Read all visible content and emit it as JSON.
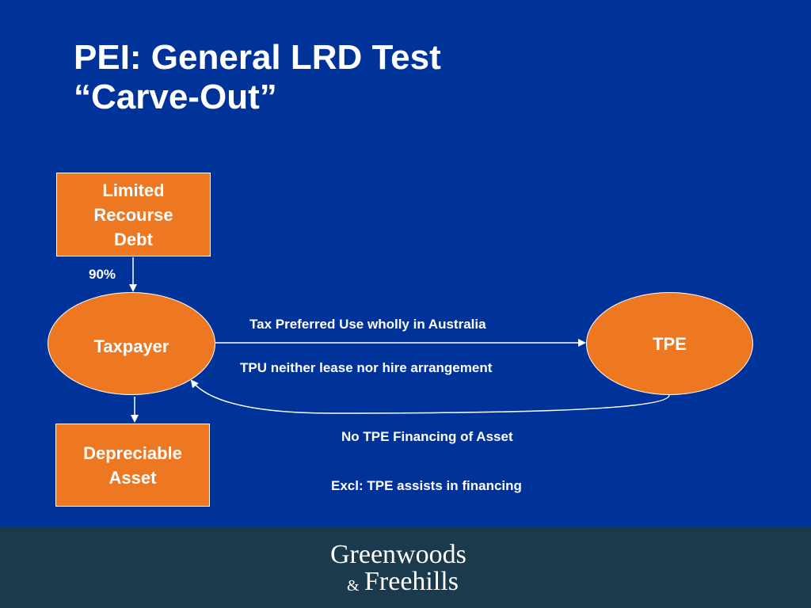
{
  "title": {
    "line1": "PEI: General LRD Test",
    "line2": "“Carve-Out”"
  },
  "nodes": {
    "limited_recourse_debt": [
      "Limited",
      "Recourse",
      "Debt"
    ],
    "taxpayer": "Taxpayer",
    "tpe": "TPE",
    "depreciable_asset": [
      "Depreciable",
      "Asset"
    ]
  },
  "labels": {
    "percent": "90%",
    "tax_preferred_use": "Tax Preferred Use wholly in Australia",
    "tpu_lease": "TPU neither lease nor hire arrangement",
    "no_tpe_financing": "No TPE Financing of Asset",
    "excl_tpe_assists": "Excl: TPE assists in financing"
  },
  "footer": {
    "logo_line1": "Greenwoods",
    "logo_amp": "&",
    "logo_line2": "Freehills"
  },
  "colors": {
    "background": "#003399",
    "node_fill": "#ee7722",
    "footer": "#1c3a4e",
    "text": "#ffffff"
  }
}
